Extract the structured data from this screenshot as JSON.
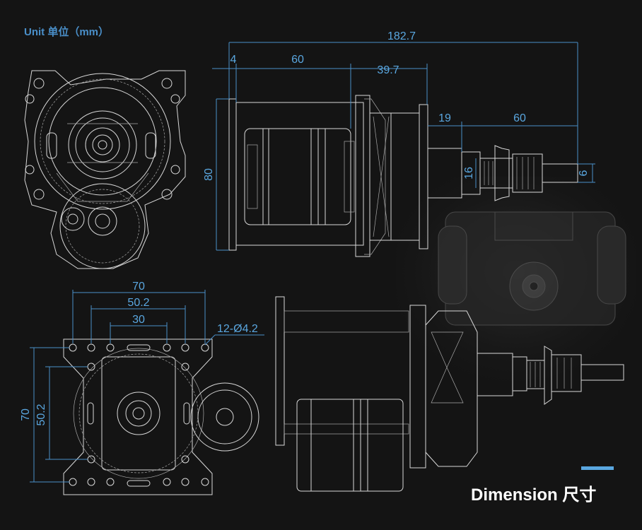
{
  "unit_label": "Unit 单位（mm）",
  "footer": {
    "title": "Dimension 尺寸",
    "accent_color": "#5aa7e0"
  },
  "dimension_color": "#5aa7e0",
  "side_view": {
    "overall_length": "182.7",
    "flange": "4",
    "motor_length": "60",
    "gear_length": "39.7",
    "height": "80",
    "output_offset": "19",
    "output_length": "60",
    "thread_dia": "16",
    "shaft_dia": "6"
  },
  "front_view": {
    "width_outer": "70",
    "width_mid": "50.2",
    "width_inner": "30",
    "holes": "12-Ø4.2",
    "height_outer": "70",
    "height_mid": "50.2"
  }
}
